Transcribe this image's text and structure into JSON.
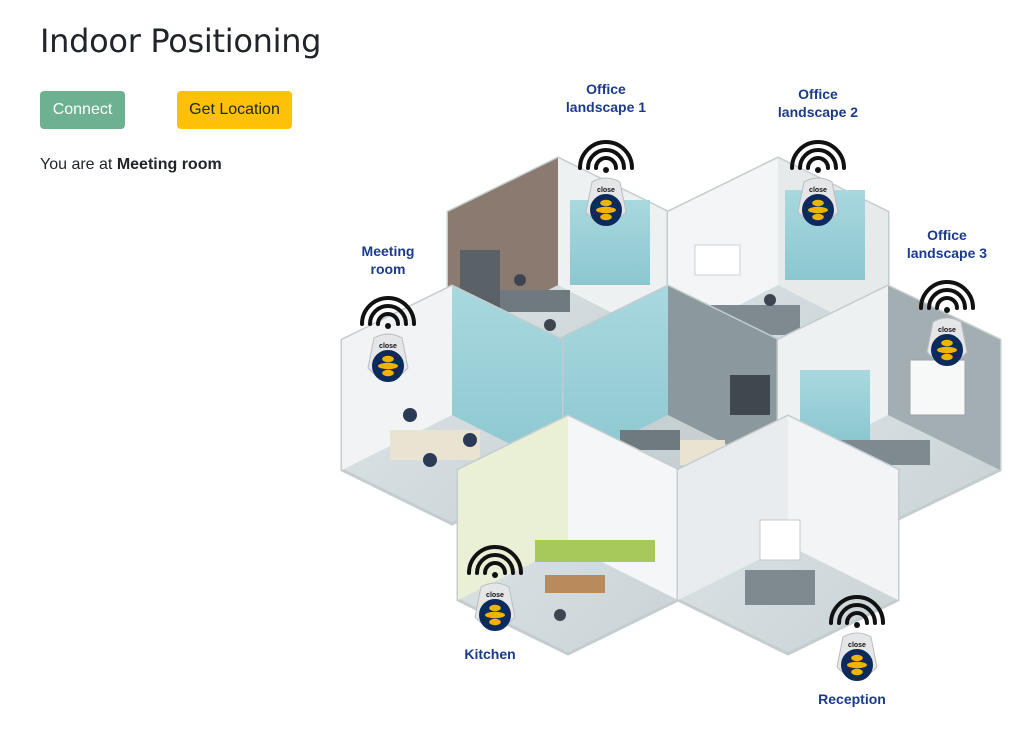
{
  "page": {
    "title": "Indoor Positioning"
  },
  "controls": {
    "connect_label": "Connect",
    "location_label": "Get Location"
  },
  "status": {
    "prefix": "You are at",
    "location": "Meeting room"
  },
  "map": {
    "beacon_text": "close",
    "rooms": [
      {
        "id": "office-landscape-1",
        "lines": [
          "Office",
          "landscape 1"
        ]
      },
      {
        "id": "office-landscape-2",
        "lines": [
          "Office",
          "landscape 2"
        ]
      },
      {
        "id": "office-landscape-3",
        "lines": [
          "Office",
          "landscape 3"
        ]
      },
      {
        "id": "meeting-room",
        "lines": [
          "Meeting",
          "room"
        ]
      },
      {
        "id": "kitchen",
        "lines": [
          "Kitchen"
        ]
      },
      {
        "id": "reception",
        "lines": [
          "Reception"
        ]
      }
    ]
  },
  "colors": {
    "connect_bg": "#6db190",
    "location_bg": "#ffc107",
    "label_color": "#1a3a8a",
    "beacon_ring": "#f0b400",
    "beacon_core": "#0d2a5c"
  }
}
